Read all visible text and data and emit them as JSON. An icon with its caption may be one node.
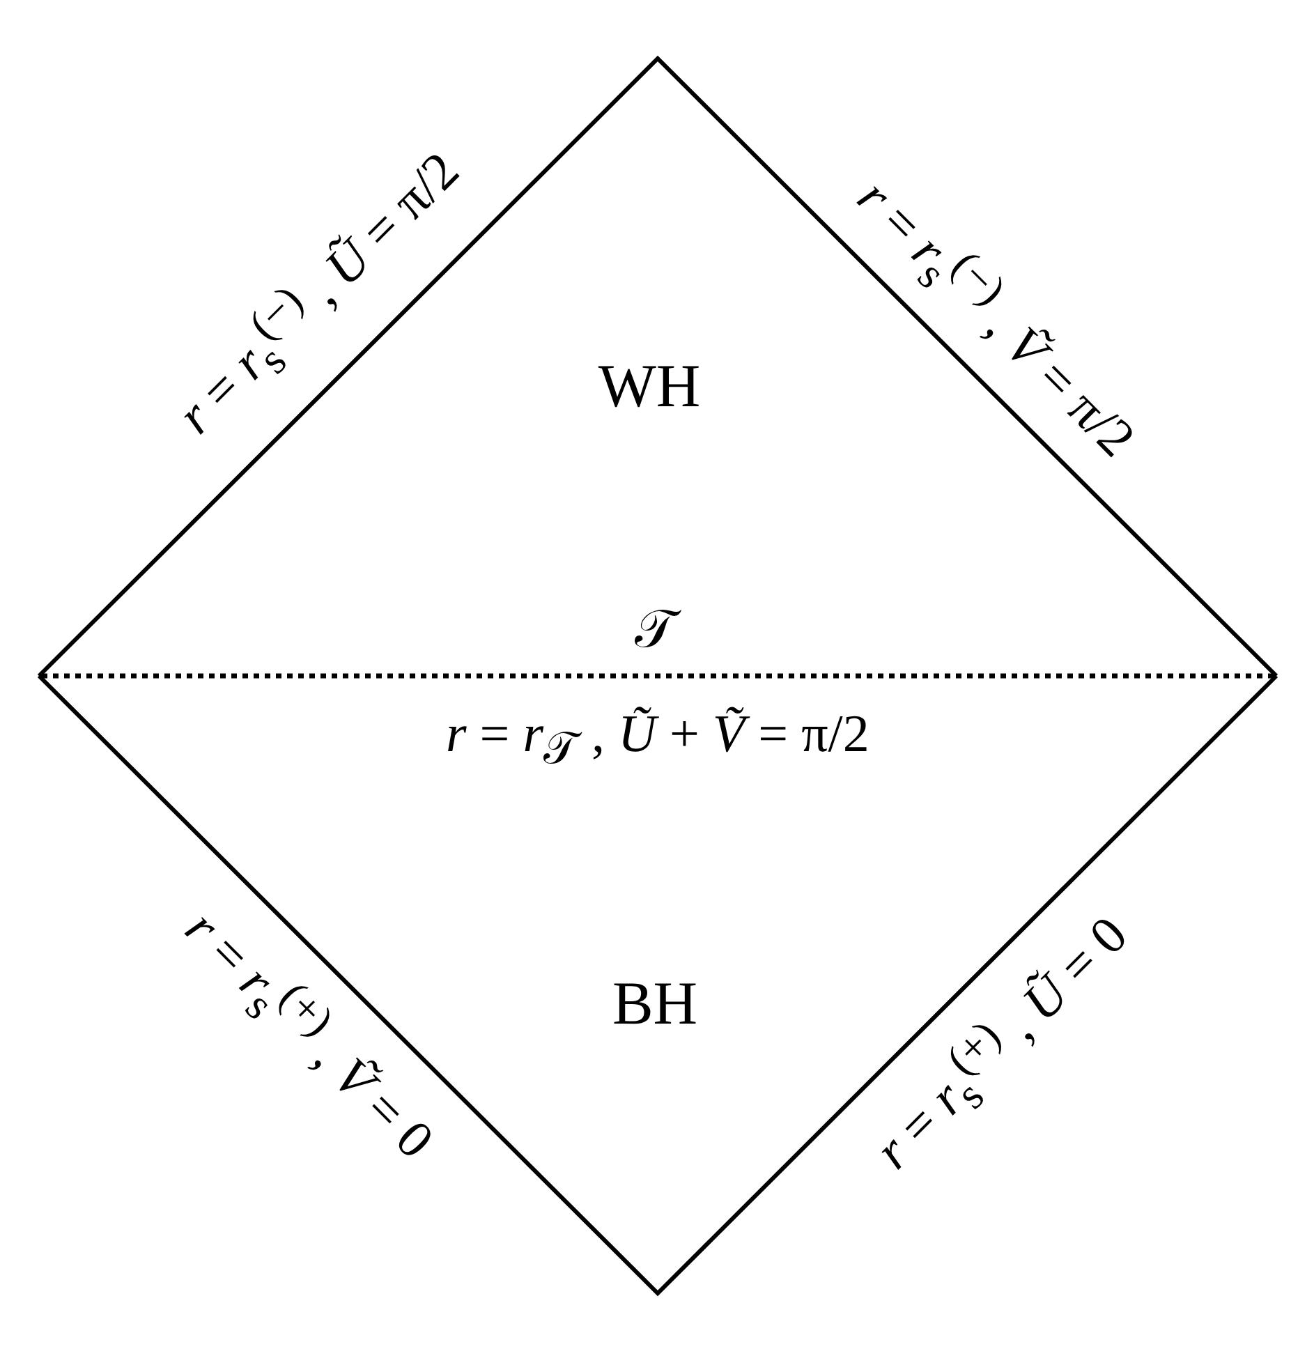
{
  "diagram": {
    "nodes": [
      {
        "text": [
          "WH"
        ]
      },
      {
        "text": [
          "BH"
        ]
      }
    ],
    "labels": [
      "*r* = *r*$_{s}$$^{(−)}$ ,  *Ũ* = π/2",
      "*r* = *r*$_{s}$$^{(−)}$ ,  *Ṽ* = π/2",
      "𝒯",
      "*r* = *r*$_{𝒯}$ ,  *Ũ* + *Ṽ* = π/2",
      "*r* = *r*$_{s}$$^{(+)}$ ,  *Ṽ* = 0",
      "*r* = *r*$_{s}$$^{(+)}$ ,  *Ũ* = 0"
    ]
  }
}
